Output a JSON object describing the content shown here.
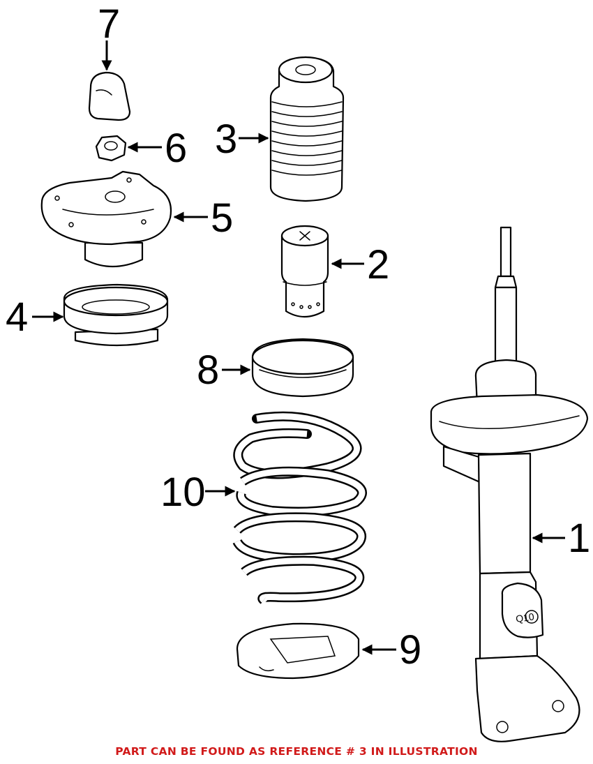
{
  "diagram": {
    "callouts": [
      {
        "id": "1",
        "label": "1"
      },
      {
        "id": "2",
        "label": "2"
      },
      {
        "id": "3",
        "label": "3"
      },
      {
        "id": "4",
        "label": "4"
      },
      {
        "id": "5",
        "label": "5"
      },
      {
        "id": "6",
        "label": "6"
      },
      {
        "id": "7",
        "label": "7"
      },
      {
        "id": "8",
        "label": "8"
      },
      {
        "id": "9",
        "label": "9"
      },
      {
        "id": "10",
        "label": "10"
      }
    ],
    "strut_marking": "Q10"
  },
  "caption": "PART CAN BE FOUND AS REFERENCE # 3 IN ILLUSTRATION",
  "colors": {
    "caption": "#d11a1a",
    "line": "#000000",
    "background": "#ffffff"
  }
}
